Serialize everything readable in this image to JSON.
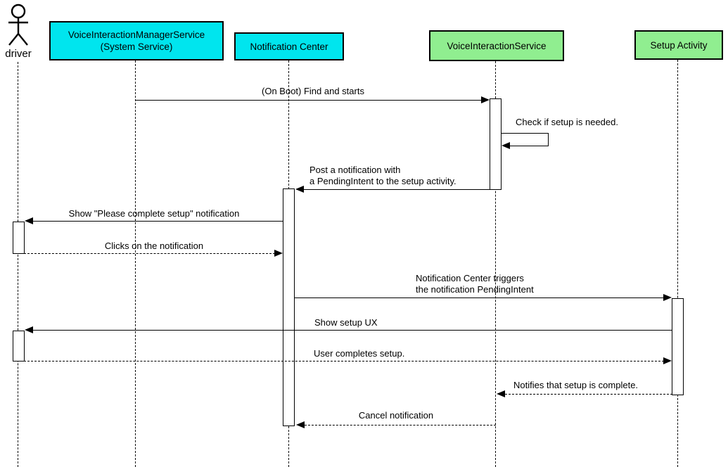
{
  "colors": {
    "background": "#ffffff",
    "system_box_fill": "#00e5ee",
    "app_box_fill": "#90ee90",
    "box_border": "#000000",
    "line_color": "#000000",
    "text_color": "#000000"
  },
  "participants": [
    {
      "id": "driver",
      "kind": "actor",
      "label": "driver"
    },
    {
      "id": "voice-interaction-manager-service",
      "kind": "box",
      "color_role": "system",
      "label_line1": "VoiceInteractionManagerService",
      "label_line2": "(System Service)"
    },
    {
      "id": "notification-center",
      "kind": "box",
      "color_role": "system",
      "label": "Notification Center"
    },
    {
      "id": "voice-interaction-service",
      "kind": "box",
      "color_role": "app",
      "label": "VoiceInteractionService"
    },
    {
      "id": "setup-activity",
      "kind": "box",
      "color_role": "app",
      "label": "Setup Activity"
    }
  ],
  "messages": [
    {
      "n": 1,
      "from": "voice-interaction-manager-service",
      "to": "voice-interaction-service",
      "style": "solid",
      "label": "(On Boot) Find and starts"
    },
    {
      "n": 2,
      "from": "voice-interaction-service",
      "to": "voice-interaction-service",
      "style": "solid",
      "label": "Check if setup is needed."
    },
    {
      "n": 3,
      "from": "voice-interaction-service",
      "to": "notification-center",
      "style": "solid",
      "label_line1": "Post a notification with",
      "label_line2": "a PendingIntent to the setup activity."
    },
    {
      "n": 4,
      "from": "notification-center",
      "to": "driver",
      "style": "solid",
      "label": "Show \"Please complete setup\" notification"
    },
    {
      "n": 5,
      "from": "driver",
      "to": "notification-center",
      "style": "dashed",
      "label": "Clicks on the notification"
    },
    {
      "n": 6,
      "from": "notification-center",
      "to": "setup-activity",
      "style": "solid",
      "label_line1": "Notification Center triggers",
      "label_line2": "the notification PendingIntent"
    },
    {
      "n": 7,
      "from": "setup-activity",
      "to": "driver",
      "style": "solid",
      "label": "Show setup UX"
    },
    {
      "n": 8,
      "from": "driver",
      "to": "setup-activity",
      "style": "dashed",
      "label": "User completes setup."
    },
    {
      "n": 9,
      "from": "setup-activity",
      "to": "voice-interaction-service",
      "style": "dashed",
      "label": "Notifies that setup is complete."
    },
    {
      "n": 10,
      "from": "voice-interaction-service",
      "to": "notification-center",
      "style": "dashed",
      "label": "Cancel notification"
    }
  ]
}
